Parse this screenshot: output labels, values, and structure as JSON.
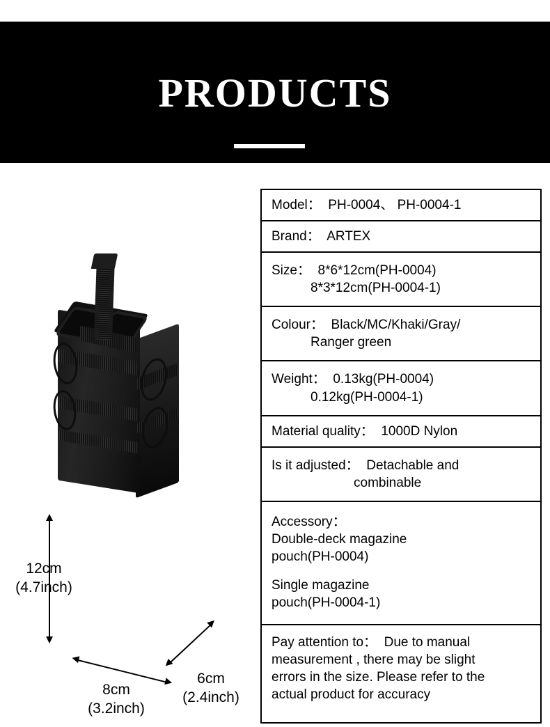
{
  "banner": {
    "title": "PRODUCTS"
  },
  "product_image": {
    "alt": "black double-deck tactical magazine pouch with MOLLE webbing and elastic retention cords"
  },
  "dimensions": {
    "height": {
      "cm": "12cm",
      "inch": "(4.7inch)"
    },
    "width": {
      "cm": "8cm",
      "inch": "(3.2inch)"
    },
    "depth": {
      "cm": "6cm",
      "inch": "(2.4inch)"
    }
  },
  "spec_table": {
    "rows": [
      {
        "name": "model",
        "lines": [
          "Model：  PH-0004、 PH-0004-1"
        ]
      },
      {
        "name": "brand",
        "lines": [
          "Brand：  ARTEX"
        ]
      },
      {
        "name": "size",
        "lines": [
          "Size：  8*6*12cm(PH-0004)",
          "8*3*12cm(PH-0004-1)"
        ]
      },
      {
        "name": "colour",
        "lines": [
          "Colour：  Black/MC/Khaki/Gray/",
          "Ranger green"
        ]
      },
      {
        "name": "weight",
        "lines": [
          "Weight：  0.13kg(PH-0004)",
          "0.12kg(PH-0004-1)"
        ]
      },
      {
        "name": "material-quality",
        "lines": [
          "Material quality：  1000D Nylon"
        ]
      },
      {
        "name": "is-it-adjusted",
        "lines": [
          "Is it adjusted：  Detachable and",
          "combinable"
        ]
      },
      {
        "name": "accessory",
        "lines": [
          "Accessory：",
          "Double-deck magazine",
          "pouch(PH-0004)",
          "Single magazine",
          "pouch(PH-0004-1)"
        ]
      },
      {
        "name": "pay-attention",
        "lines": [
          "Pay attention to：  Due to manual",
          "measurement , there may be slight",
          "errors in the size. Please refer to the",
          "actual product for accuracy"
        ]
      }
    ]
  },
  "colors": {
    "banner_background": "#000000",
    "banner_text": "#ffffff",
    "page_background": "#ffffff",
    "table_border": "#000000",
    "body_text": "#000000"
  }
}
